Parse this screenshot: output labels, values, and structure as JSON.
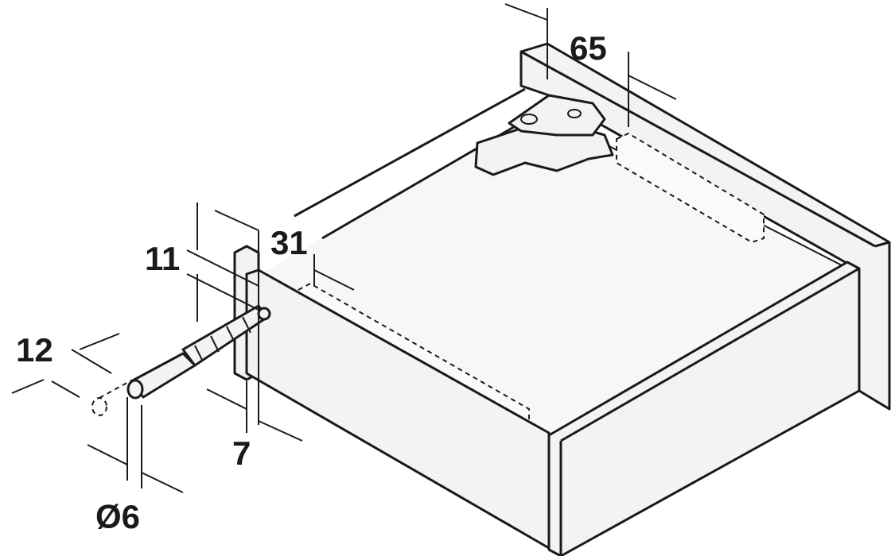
{
  "diagram": {
    "dimensions": {
      "top_offset": "65",
      "side_offset": "31",
      "hole_height": "11",
      "drill_depth": "12",
      "panel_thickness": "7",
      "drill_diameter": "Ø6"
    },
    "colors": {
      "line": "#1a1a1a",
      "fill": "#f3f3f3",
      "background": "#ffffff"
    }
  }
}
